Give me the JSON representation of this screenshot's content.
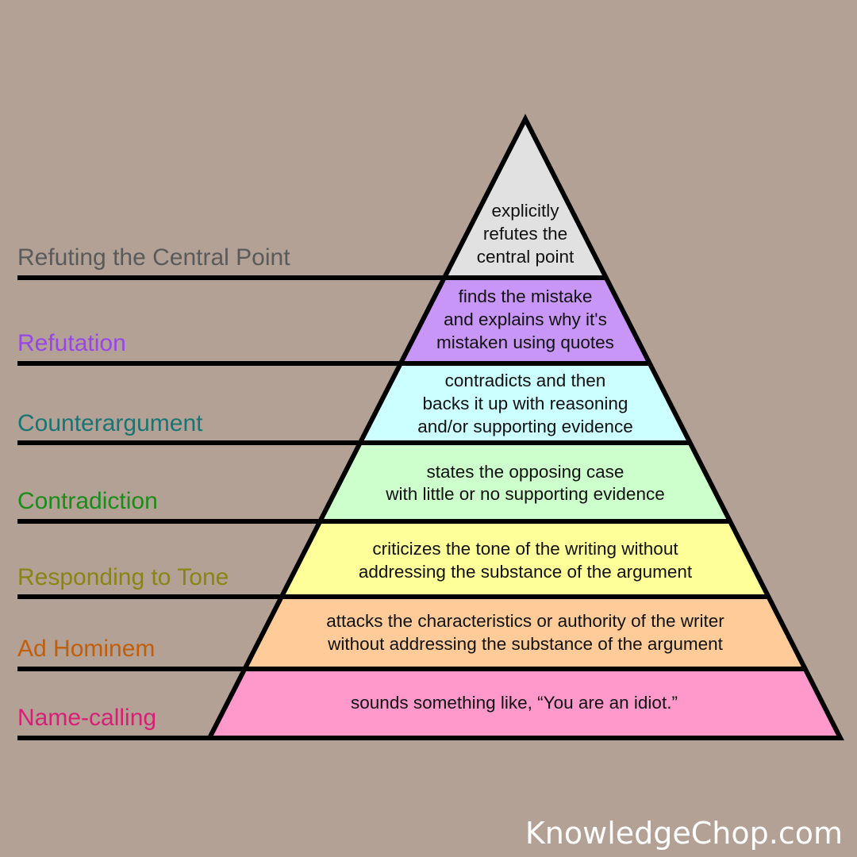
{
  "levels": [
    {
      "label": "Refuting the Central Point",
      "label_color": "#5a5a5a",
      "fill": "#e1e1e1",
      "description": [
        "explicitly",
        "refutes the",
        "central point"
      ]
    },
    {
      "label": "Refutation",
      "label_color": "#9747e8",
      "fill": "#c896f7",
      "description": [
        "finds the mistake",
        "and explains why it's",
        "mistaken using quotes"
      ]
    },
    {
      "label": "Counterargument",
      "label_color": "#1a7474",
      "fill": "#ccffff",
      "description": [
        "contradicts and then",
        "backs it up with reasoning",
        "and/or supporting evidence"
      ]
    },
    {
      "label": "Contradiction",
      "label_color": "#1a8c1a",
      "fill": "#ccffcc",
      "description": [
        "states the opposing case",
        "with little or no supporting evidence"
      ]
    },
    {
      "label": "Responding to Tone",
      "label_color": "#8a8412",
      "fill": "#ffff99",
      "description": [
        "criticizes the tone of the writing without",
        "addressing the substance of the argument"
      ]
    },
    {
      "label": "Ad Hominem",
      "label_color": "#c25e08",
      "fill": "#ffcc99",
      "description": [
        "attacks the characteristics or authority of the writer",
        "without addressing the substance of the argument"
      ]
    },
    {
      "label": "Name-calling",
      "label_color": "#d81f77",
      "fill": "#ff99cc",
      "description": [
        "sounds something like, “You are an idiot.”"
      ]
    }
  ],
  "watermark": "KnowledgeChop.com"
}
